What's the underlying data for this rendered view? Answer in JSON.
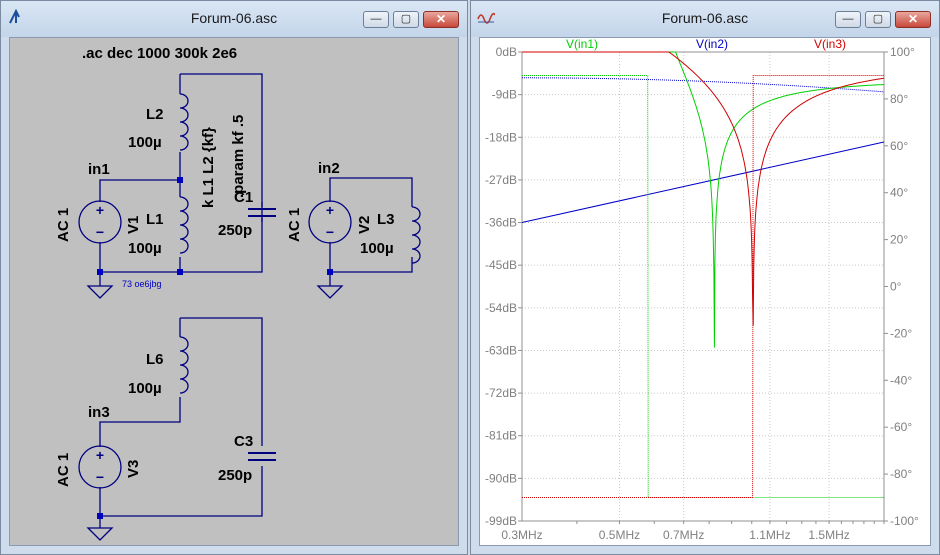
{
  "schematic_window": {
    "title": "Forum-06.asc",
    "buttons": {
      "minimize": "—",
      "maximize": "▢",
      "close": "✕"
    },
    "directive": ".ac dec 1000 300k 2e6",
    "k_directive": "k L1 L2 {kf}",
    "param_directive": ".param kf .5",
    "components": [
      {
        "name": "L2",
        "value": "100µ"
      },
      {
        "name": "L1",
        "value": "100µ"
      },
      {
        "name": "C1",
        "value": "250p"
      },
      {
        "name": "V1",
        "value": "AC 1"
      },
      {
        "name": "V2",
        "value": "AC 1"
      },
      {
        "name": "L3",
        "value": "100µ"
      },
      {
        "name": "L6",
        "value": "100µ"
      },
      {
        "name": "V3",
        "value": "AC 1"
      },
      {
        "name": "C3",
        "value": "250p"
      }
    ],
    "nets": {
      "in1": "in1",
      "in2": "in2",
      "in3": "in3"
    },
    "note": "73 oe6jbg"
  },
  "plot_window": {
    "title": "Forum-06.asc",
    "buttons": {
      "minimize": "—",
      "maximize": "▢",
      "close": "✕"
    },
    "colors": {
      "in1": "#00d000",
      "in2": "#0000c8",
      "in3": "#d00000"
    },
    "chart_data": {
      "type": "line",
      "x_scale": "log",
      "xlim": [
        "300kHz",
        "2MHz"
      ],
      "x_ticks": [
        "0.3MHz",
        "0.5MHz",
        "0.7MHz",
        "1.1MHz",
        "1.5MHz"
      ],
      "y_left_ticks": [
        "0dB",
        "-9dB",
        "-18dB",
        "-27dB",
        "-36dB",
        "-45dB",
        "-54dB",
        "-63dB",
        "-72dB",
        "-81dB",
        "-90dB",
        "-99dB"
      ],
      "y_right_ticks": [
        "100°",
        "80°",
        "60°",
        "40°",
        "20°",
        "0°",
        "-20°",
        "-40°",
        "-60°",
        "-80°",
        "-100°"
      ],
      "ylim_db": [
        -99,
        0
      ],
      "ylim_deg": [
        -100,
        100
      ],
      "grid": true,
      "series": [
        {
          "name": "V(in1)"
        },
        {
          "name": "V(in2)"
        },
        {
          "name": "V(in3)"
        }
      ]
    }
  }
}
